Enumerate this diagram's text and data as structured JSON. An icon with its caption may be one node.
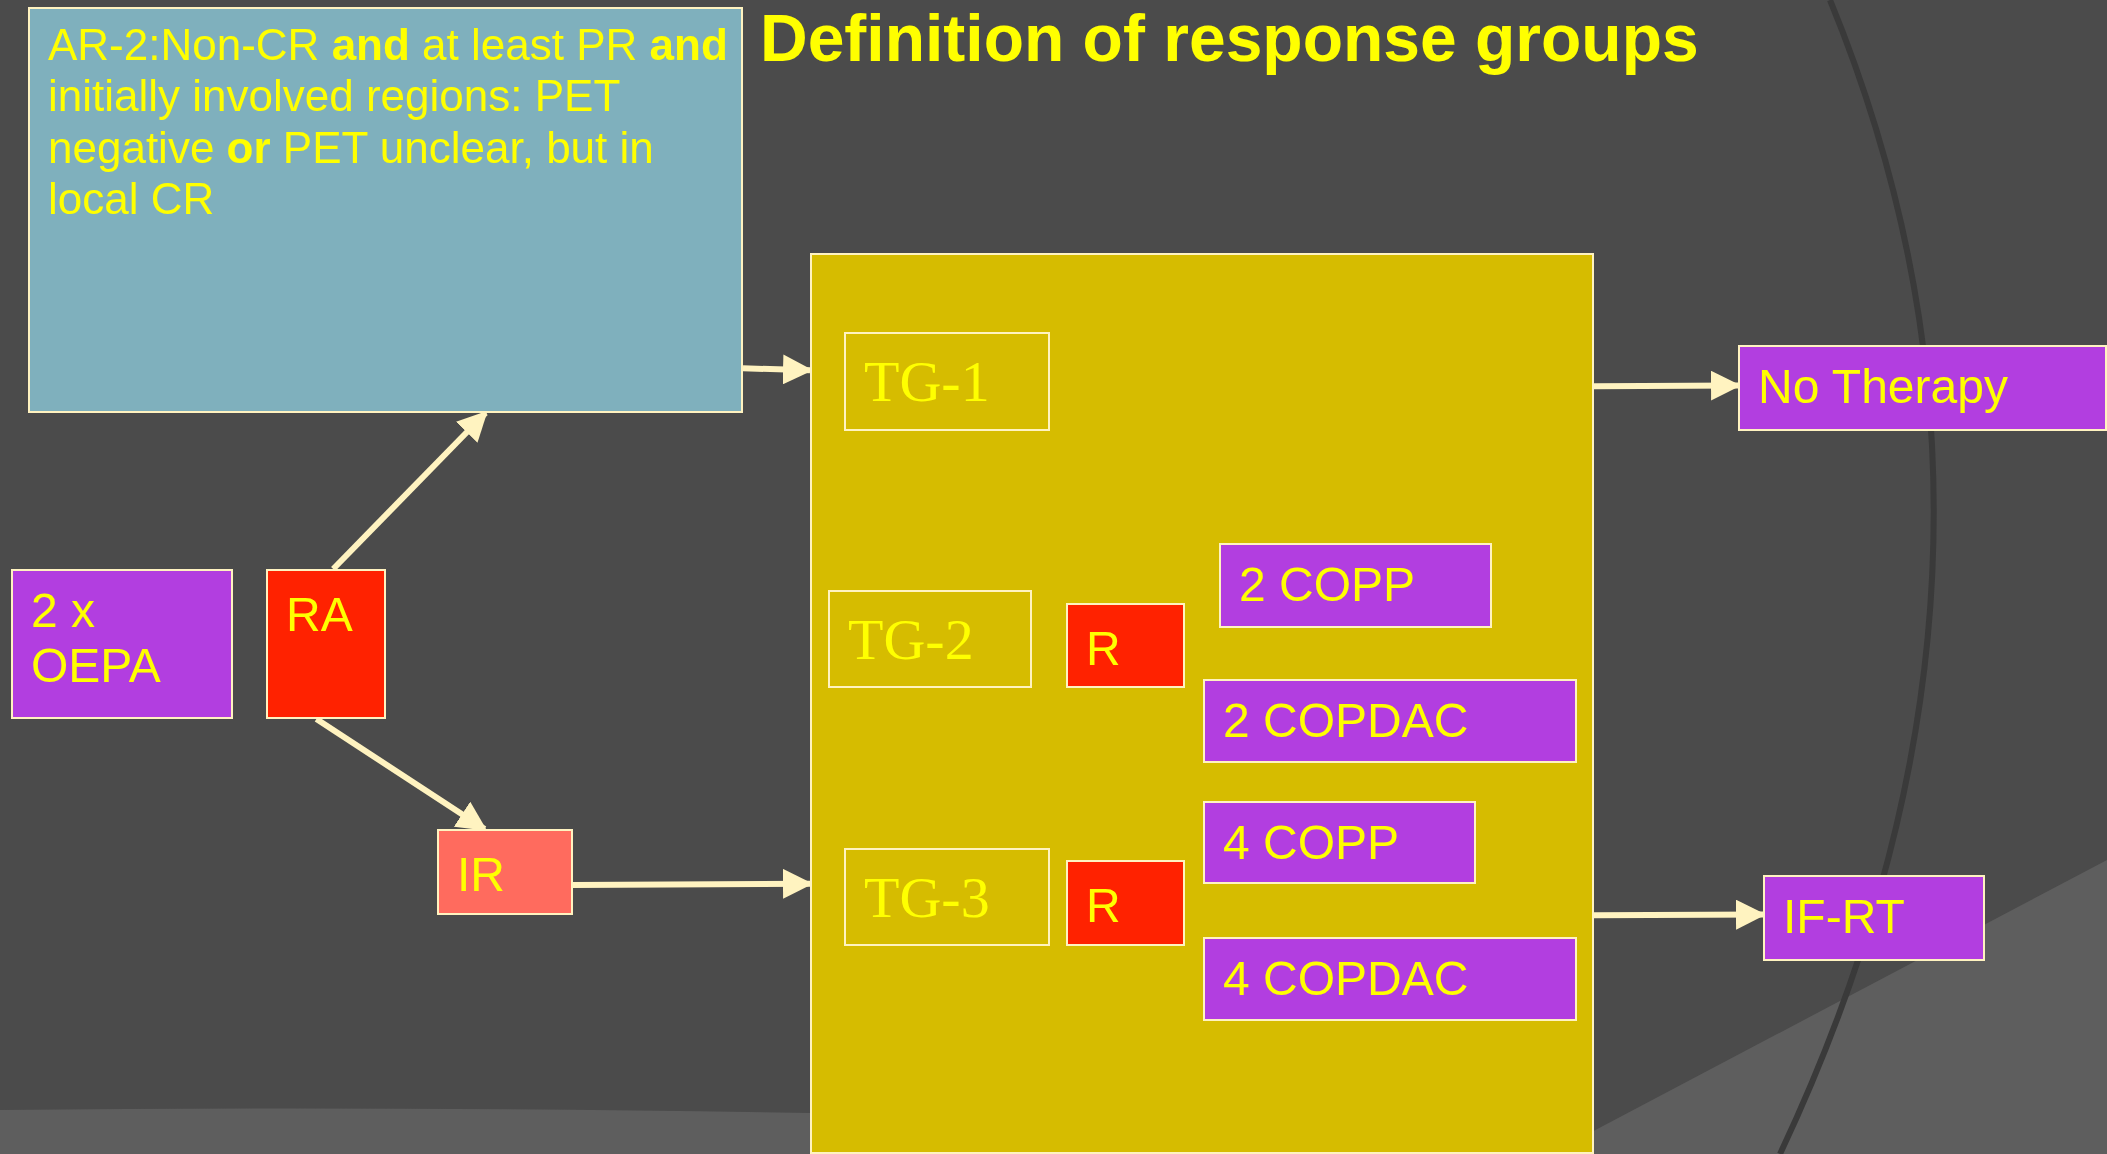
{
  "diagram": {
    "title": "Definition of response groups",
    "nodes": [
      {
        "text": [
          "AR-2:Non-CR **and** at least PR **and** initially involved regions: PET negative **or** PET unclear, but in local CR"
        ]
      },
      {
        "text": [
          "2 x OEPA"
        ]
      },
      {
        "text": [
          "RA"
        ]
      },
      {
        "text": [
          "IR"
        ]
      },
      {
        "text": [],
        "shape": "box"
      },
      {
        "text": [
          "TG-1"
        ],
        "in": 4
      },
      {
        "text": [
          "TG-2"
        ],
        "in": 4
      },
      {
        "text": [
          "R"
        ],
        "in": 4
      },
      {
        "text": [
          "2 COPP"
        ],
        "in": 4
      },
      {
        "text": [
          "2 COPDAC"
        ],
        "in": 4
      },
      {
        "text": [
          "TG-3"
        ],
        "in": 4
      },
      {
        "text": [
          "R"
        ],
        "in": 4
      },
      {
        "text": [
          "4 COPP"
        ],
        "in": 4
      },
      {
        "text": [
          "4 COPDAC"
        ],
        "in": 4
      },
      {
        "text": [
          "No Therapy"
        ]
      },
      {
        "text": [
          "IF-RT"
        ]
      }
    ],
    "edges": [
      {
        "from": 2,
        "to": 0,
        "arrow": "to"
      },
      {
        "from": 2,
        "to": 3,
        "arrow": "to"
      },
      {
        "from": 0,
        "to": 4,
        "arrow": "to"
      },
      {
        "from": 3,
        "to": 4,
        "arrow": "to"
      },
      {
        "from": 4,
        "to": 14,
        "arrow": "to"
      },
      {
        "from": 4,
        "to": 15,
        "arrow": "to"
      }
    ]
  }
}
